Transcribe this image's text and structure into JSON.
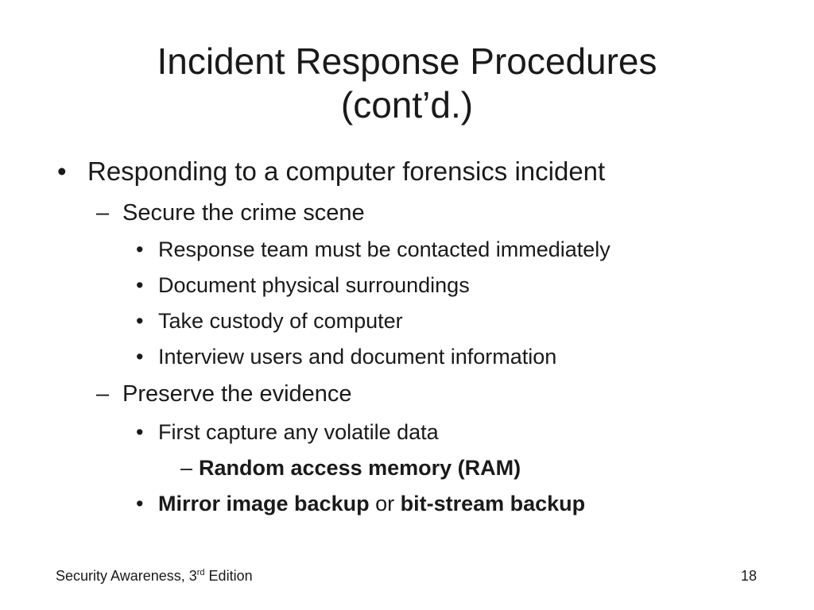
{
  "slide": {
    "title_line1": "Incident Response Procedures",
    "title_line2": "(cont’d.)",
    "bullets": [
      {
        "marker": "•",
        "text": "Responding to a computer forensics incident"
      },
      {
        "marker": "–",
        "text": "Secure the crime scene"
      },
      {
        "marker": "•",
        "text": "Response team must be contacted immediately"
      },
      {
        "marker": "•",
        "text": "Document physical surroundings"
      },
      {
        "marker": "•",
        "text": "Take custody of computer"
      },
      {
        "marker": "•",
        "text": "Interview users and document information"
      },
      {
        "marker": "–",
        "text": "Preserve the evidence"
      },
      {
        "marker": "•",
        "text": "First capture any volatile data"
      },
      {
        "marker": "–",
        "text": "Random access memory (RAM)"
      },
      {
        "marker": "•",
        "part1": "Mirror image backup",
        "part2": " or ",
        "part3": "bit-stream backup"
      }
    ]
  },
  "footer": {
    "left_text": "Security Awareness, 3",
    "left_sup": "rd",
    "left_suffix": " Edition",
    "page_number": "18"
  }
}
